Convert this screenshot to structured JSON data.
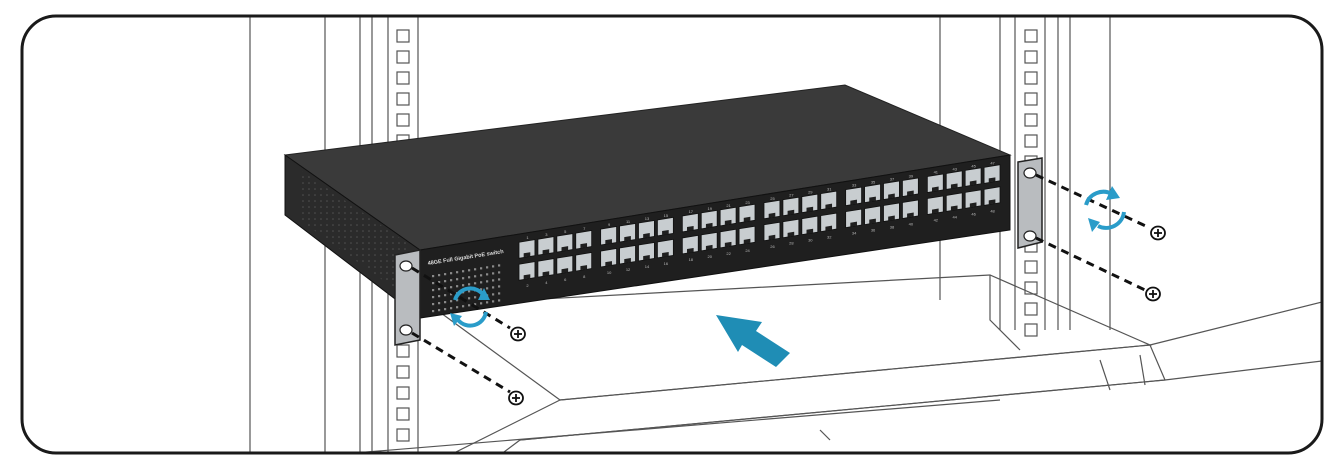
{
  "diagram": {
    "device_label": "48GE Full Gigabit PoE switch",
    "top_port_numbers": [
      "1",
      "3",
      "5",
      "7",
      "9",
      "11",
      "13",
      "15",
      "17",
      "19",
      "21",
      "23",
      "25",
      "27",
      "29",
      "31",
      "33",
      "35",
      "37",
      "39",
      "41",
      "43",
      "45",
      "47"
    ],
    "bottom_port_numbers": [
      "2",
      "4",
      "6",
      "8",
      "10",
      "12",
      "14",
      "16",
      "18",
      "20",
      "22",
      "24",
      "26",
      "28",
      "30",
      "32",
      "34",
      "36",
      "38",
      "40",
      "42",
      "44",
      "46",
      "48"
    ],
    "colors": {
      "switch_body": "#2b2b2b",
      "switch_top": "#3a3a3a",
      "port_face": "#c8cdd0",
      "bracket": "#b9bcbf",
      "arrow_accent": "#1f8db5",
      "rotation_accent": "#2a9cc9",
      "rack_line": "#555555"
    },
    "icons": [
      "push-direction-arrow-icon",
      "rotate-screw-icon",
      "screw-icon"
    ]
  }
}
